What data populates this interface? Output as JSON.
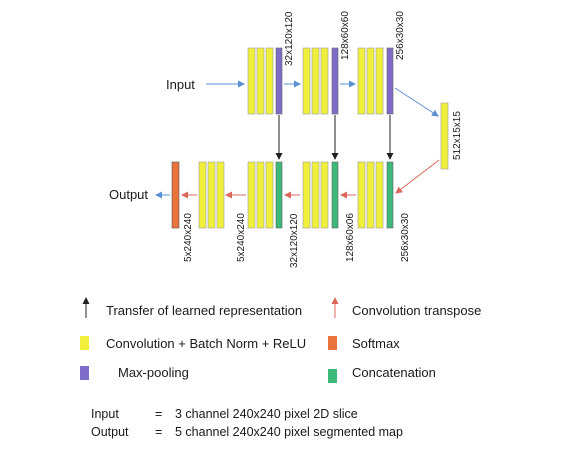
{
  "diagram": {
    "input_label": "Input",
    "output_label": "Output",
    "dims_top": [
      "32x120x120",
      "128x60x60",
      "256x30x30"
    ],
    "dim_bottleneck": "512x15x15",
    "dims_bottom": [
      "5x240x240",
      "5x240x240",
      "32x120x120",
      "128x60x06",
      "256x30x30"
    ]
  },
  "legend": {
    "transfer": "Transfer of learned representation",
    "transpose": "Convolution transpose",
    "conv": "Convolution + Batch Norm + ReLU",
    "softmax": "Softmax",
    "maxpool": "Max-pooling",
    "concat": "Concatenation"
  },
  "notes": {
    "input_key": "Input",
    "input_eq": "=",
    "input_desc": "3 channel 240x240 pixel 2D slice",
    "output_key": "Output",
    "output_eq": "=",
    "output_desc": "5 channel 240x240 pixel segmented map"
  },
  "colors": {
    "conv": "#f0f03c",
    "maxpool": "#7f6cc8",
    "concat": "#3cb878",
    "softmax": "#e8743c",
    "arrow_transpose": "#d9685a",
    "arrow_flow": "#5b8fd4",
    "arrow_transfer": "#222222"
  }
}
